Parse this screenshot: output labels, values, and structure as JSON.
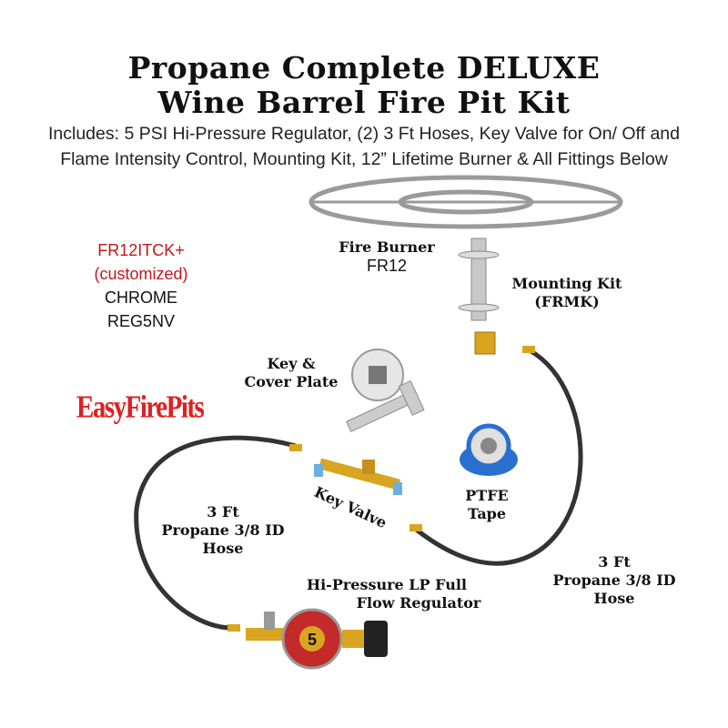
{
  "title_line1": "Propane Complete DELUXE",
  "title_line2": "Wine Barrel Fire Pit Kit",
  "includes_line1": "Includes: 5 PSI Hi-Pressure Regulator, (2) 3 Ft Hoses, Key Valve for On/ Off and",
  "includes_line2": "Flame Intensity Control, Mounting Kit, 12” Lifetime Burner & All Fittings Below",
  "sku": {
    "code": "FR12ITCK+",
    "note": "(customized)",
    "finish": "CHROME",
    "regulator": "REG5NV"
  },
  "brand": "EasyFirePits",
  "labels": {
    "burner_name": "Fire Burner",
    "burner_code": "FR12",
    "mount_name": "Mounting Kit",
    "mount_code": "(FRMK)",
    "key_line1": "Key &",
    "key_line2": "Cover Plate",
    "tape_line1": "PTFE",
    "tape_line2": "Tape",
    "valve": "Key Valve",
    "hose_left_1": "3 Ft",
    "hose_left_2": "Propane 3/8 ID",
    "hose_left_3": "Hose",
    "hose_right_1": "3 Ft",
    "hose_right_2": "Propane 3/8 ID",
    "hose_right_3": "Hose",
    "reg_line1": "Hi-Pressure LP Full",
    "reg_line2": "Flow Regulator",
    "reg_number": "5"
  },
  "colors": {
    "accent_red": "#c0181c",
    "brand_red": "#e02020"
  }
}
